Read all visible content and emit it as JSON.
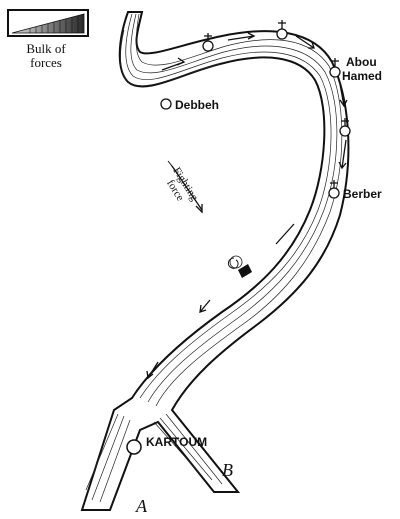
{
  "legend": {
    "line1": "Bulk of",
    "line2": "forces"
  },
  "places": {
    "debbeh": "Debbeh",
    "abou_1": "Abou",
    "abou_2": "Hamed",
    "berber": "Berber",
    "kartoum": "KARTOUM"
  },
  "fighting_force": {
    "line1": "Fighting",
    "line2": "force"
  },
  "branches": {
    "a": "A",
    "b": "B"
  },
  "colors": {
    "ink": "#111111",
    "paper": "#ffffff"
  }
}
